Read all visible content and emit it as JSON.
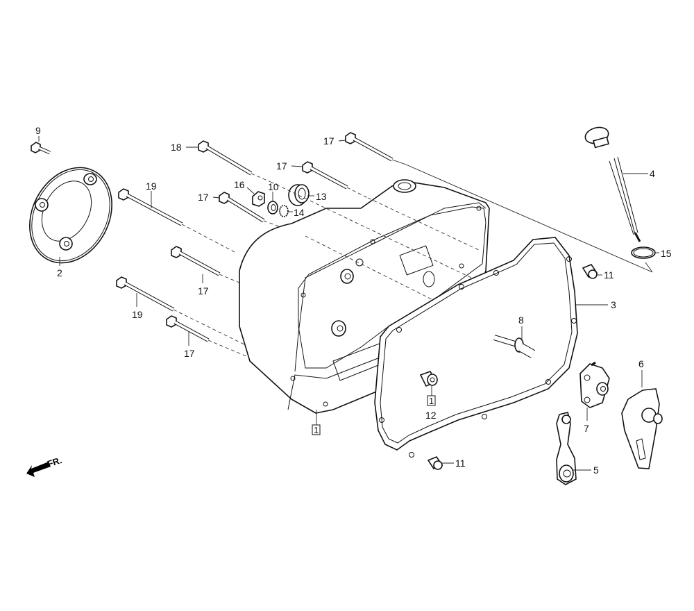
{
  "diagram": {
    "title": "Right crankcase cover exploded view",
    "front_indicator": "FR.",
    "ref_box_label": "1",
    "callouts": [
      {
        "id": "c9",
        "text": "9",
        "part": "flange bolt"
      },
      {
        "id": "c2",
        "text": "2",
        "part": "cover plate"
      },
      {
        "id": "c18",
        "text": "18",
        "part": "long bolt"
      },
      {
        "id": "c19a",
        "text": "19",
        "part": "long bolt"
      },
      {
        "id": "c19b",
        "text": "19",
        "part": "long bolt"
      },
      {
        "id": "c17a",
        "text": "17",
        "part": "bolt"
      },
      {
        "id": "c17b",
        "text": "17",
        "part": "bolt"
      },
      {
        "id": "c17c",
        "text": "17",
        "part": "bolt"
      },
      {
        "id": "c17d",
        "text": "17",
        "part": "bolt"
      },
      {
        "id": "c17e",
        "text": "17",
        "part": "bolt"
      },
      {
        "id": "c16",
        "text": "16",
        "part": "nut"
      },
      {
        "id": "c10",
        "text": "10",
        "part": "washer"
      },
      {
        "id": "c13",
        "text": "13",
        "part": "oil seal"
      },
      {
        "id": "c14",
        "text": "14",
        "part": "circlip"
      },
      {
        "id": "c4",
        "text": "4",
        "part": "oil level gauge"
      },
      {
        "id": "c15",
        "text": "15",
        "part": "o-ring"
      },
      {
        "id": "c11a",
        "text": "11",
        "part": "dowel pin"
      },
      {
        "id": "c11b",
        "text": "11",
        "part": "dowel pin"
      },
      {
        "id": "c3",
        "text": "3",
        "part": "gasket"
      },
      {
        "id": "c8",
        "text": "8",
        "part": "stud"
      },
      {
        "id": "c12",
        "text": "12",
        "part": "collar"
      },
      {
        "id": "c6",
        "text": "6",
        "part": "lifter cam"
      },
      {
        "id": "c7",
        "text": "7",
        "part": "plate"
      },
      {
        "id": "c5",
        "text": "5",
        "part": "lifter lever"
      },
      {
        "id": "c1",
        "text": "1",
        "part": "right crankcase cover"
      }
    ]
  }
}
